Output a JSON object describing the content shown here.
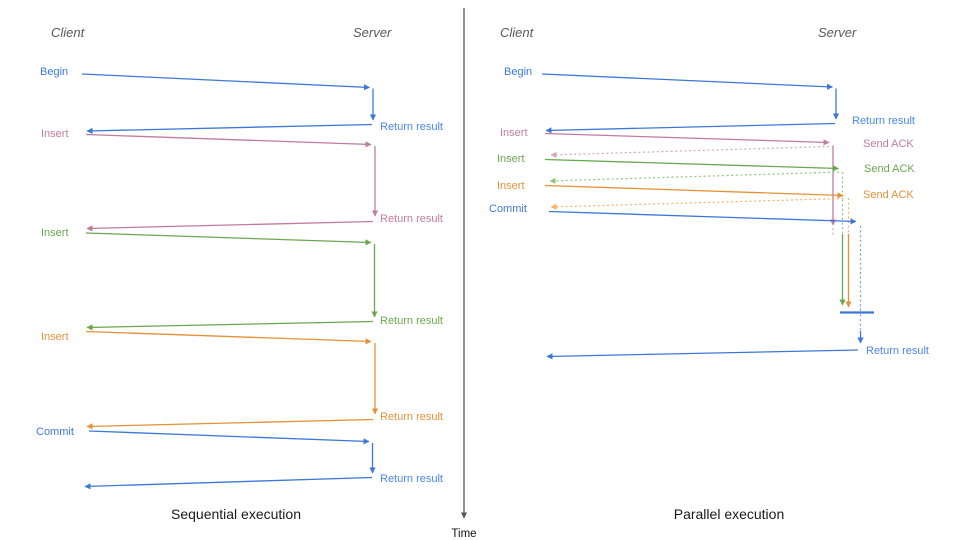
{
  "colors": {
    "blue": "#3c78d8",
    "return_blue": "#4a86e8",
    "light_blue": "#6d9eeb",
    "pink": "#c27ba0",
    "light_pink": "#d5a6bd",
    "green": "#6aa84f",
    "light_green": "#93c47d",
    "orange": "#e69138",
    "light_orange": "#f6b26b",
    "axis_gray": "#595959"
  },
  "time_axis": {
    "label": "Time"
  },
  "sequential": {
    "title": "Sequential execution",
    "client_header": "Client",
    "server_header": "Server",
    "messages": [
      {
        "label": "Begin",
        "return_label": "Return result",
        "color": "blue"
      },
      {
        "label": "Insert",
        "return_label": "Return result",
        "color": "pink"
      },
      {
        "label": "Insert",
        "return_label": "Return result",
        "color": "green"
      },
      {
        "label": "Insert",
        "return_label": "Return result",
        "color": "orange"
      },
      {
        "label": "Commit",
        "return_label": "Return result",
        "color": "blue"
      }
    ]
  },
  "parallel": {
    "title": "Parallel execution",
    "client_header": "Client",
    "server_header": "Server",
    "begin": {
      "label": "Begin",
      "return_label": "Return result",
      "color": "blue"
    },
    "operations": [
      {
        "label": "Insert",
        "ack_label": "Send ACK",
        "color": "pink"
      },
      {
        "label": "Insert",
        "ack_label": "Send ACK",
        "color": "green"
      },
      {
        "label": "Insert",
        "ack_label": "Send ACK",
        "color": "orange"
      }
    ],
    "commit": {
      "label": "Commit",
      "return_label": "Return result",
      "color": "blue"
    }
  }
}
